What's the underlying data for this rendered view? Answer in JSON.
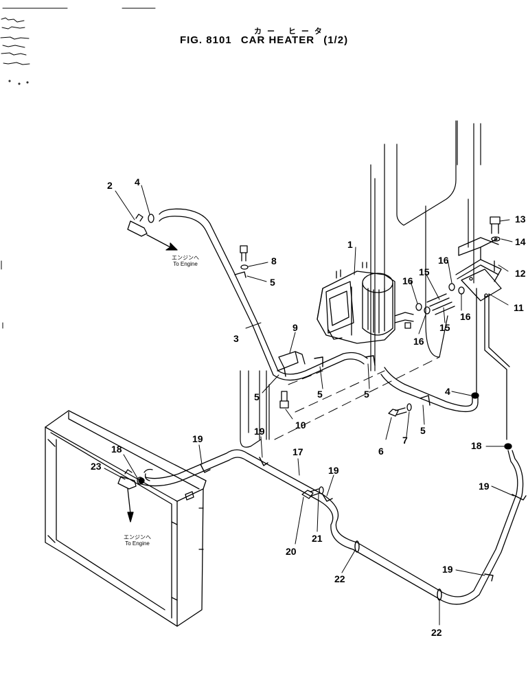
{
  "header": {
    "title_jp": "カー ヒータ",
    "fig_number": "FIG. 8101",
    "title": "CAR HEATER",
    "page": "(1/2)"
  },
  "notes": {
    "to_engine_jp": "エンジンへ",
    "to_engine_en": "To Engine"
  },
  "callouts": [
    "1",
    "2",
    "3",
    "4",
    "5",
    "6",
    "7",
    "8",
    "9",
    "10",
    "11",
    "12",
    "13",
    "14",
    "15",
    "16",
    "17",
    "18",
    "19",
    "20",
    "21",
    "22",
    "23"
  ],
  "icons": [
    "bolt-icon",
    "washer-icon",
    "clamp-icon",
    "valve-icon",
    "arrow-icon"
  ],
  "colors": {
    "ink": "#000000",
    "paper": "#ffffff"
  }
}
